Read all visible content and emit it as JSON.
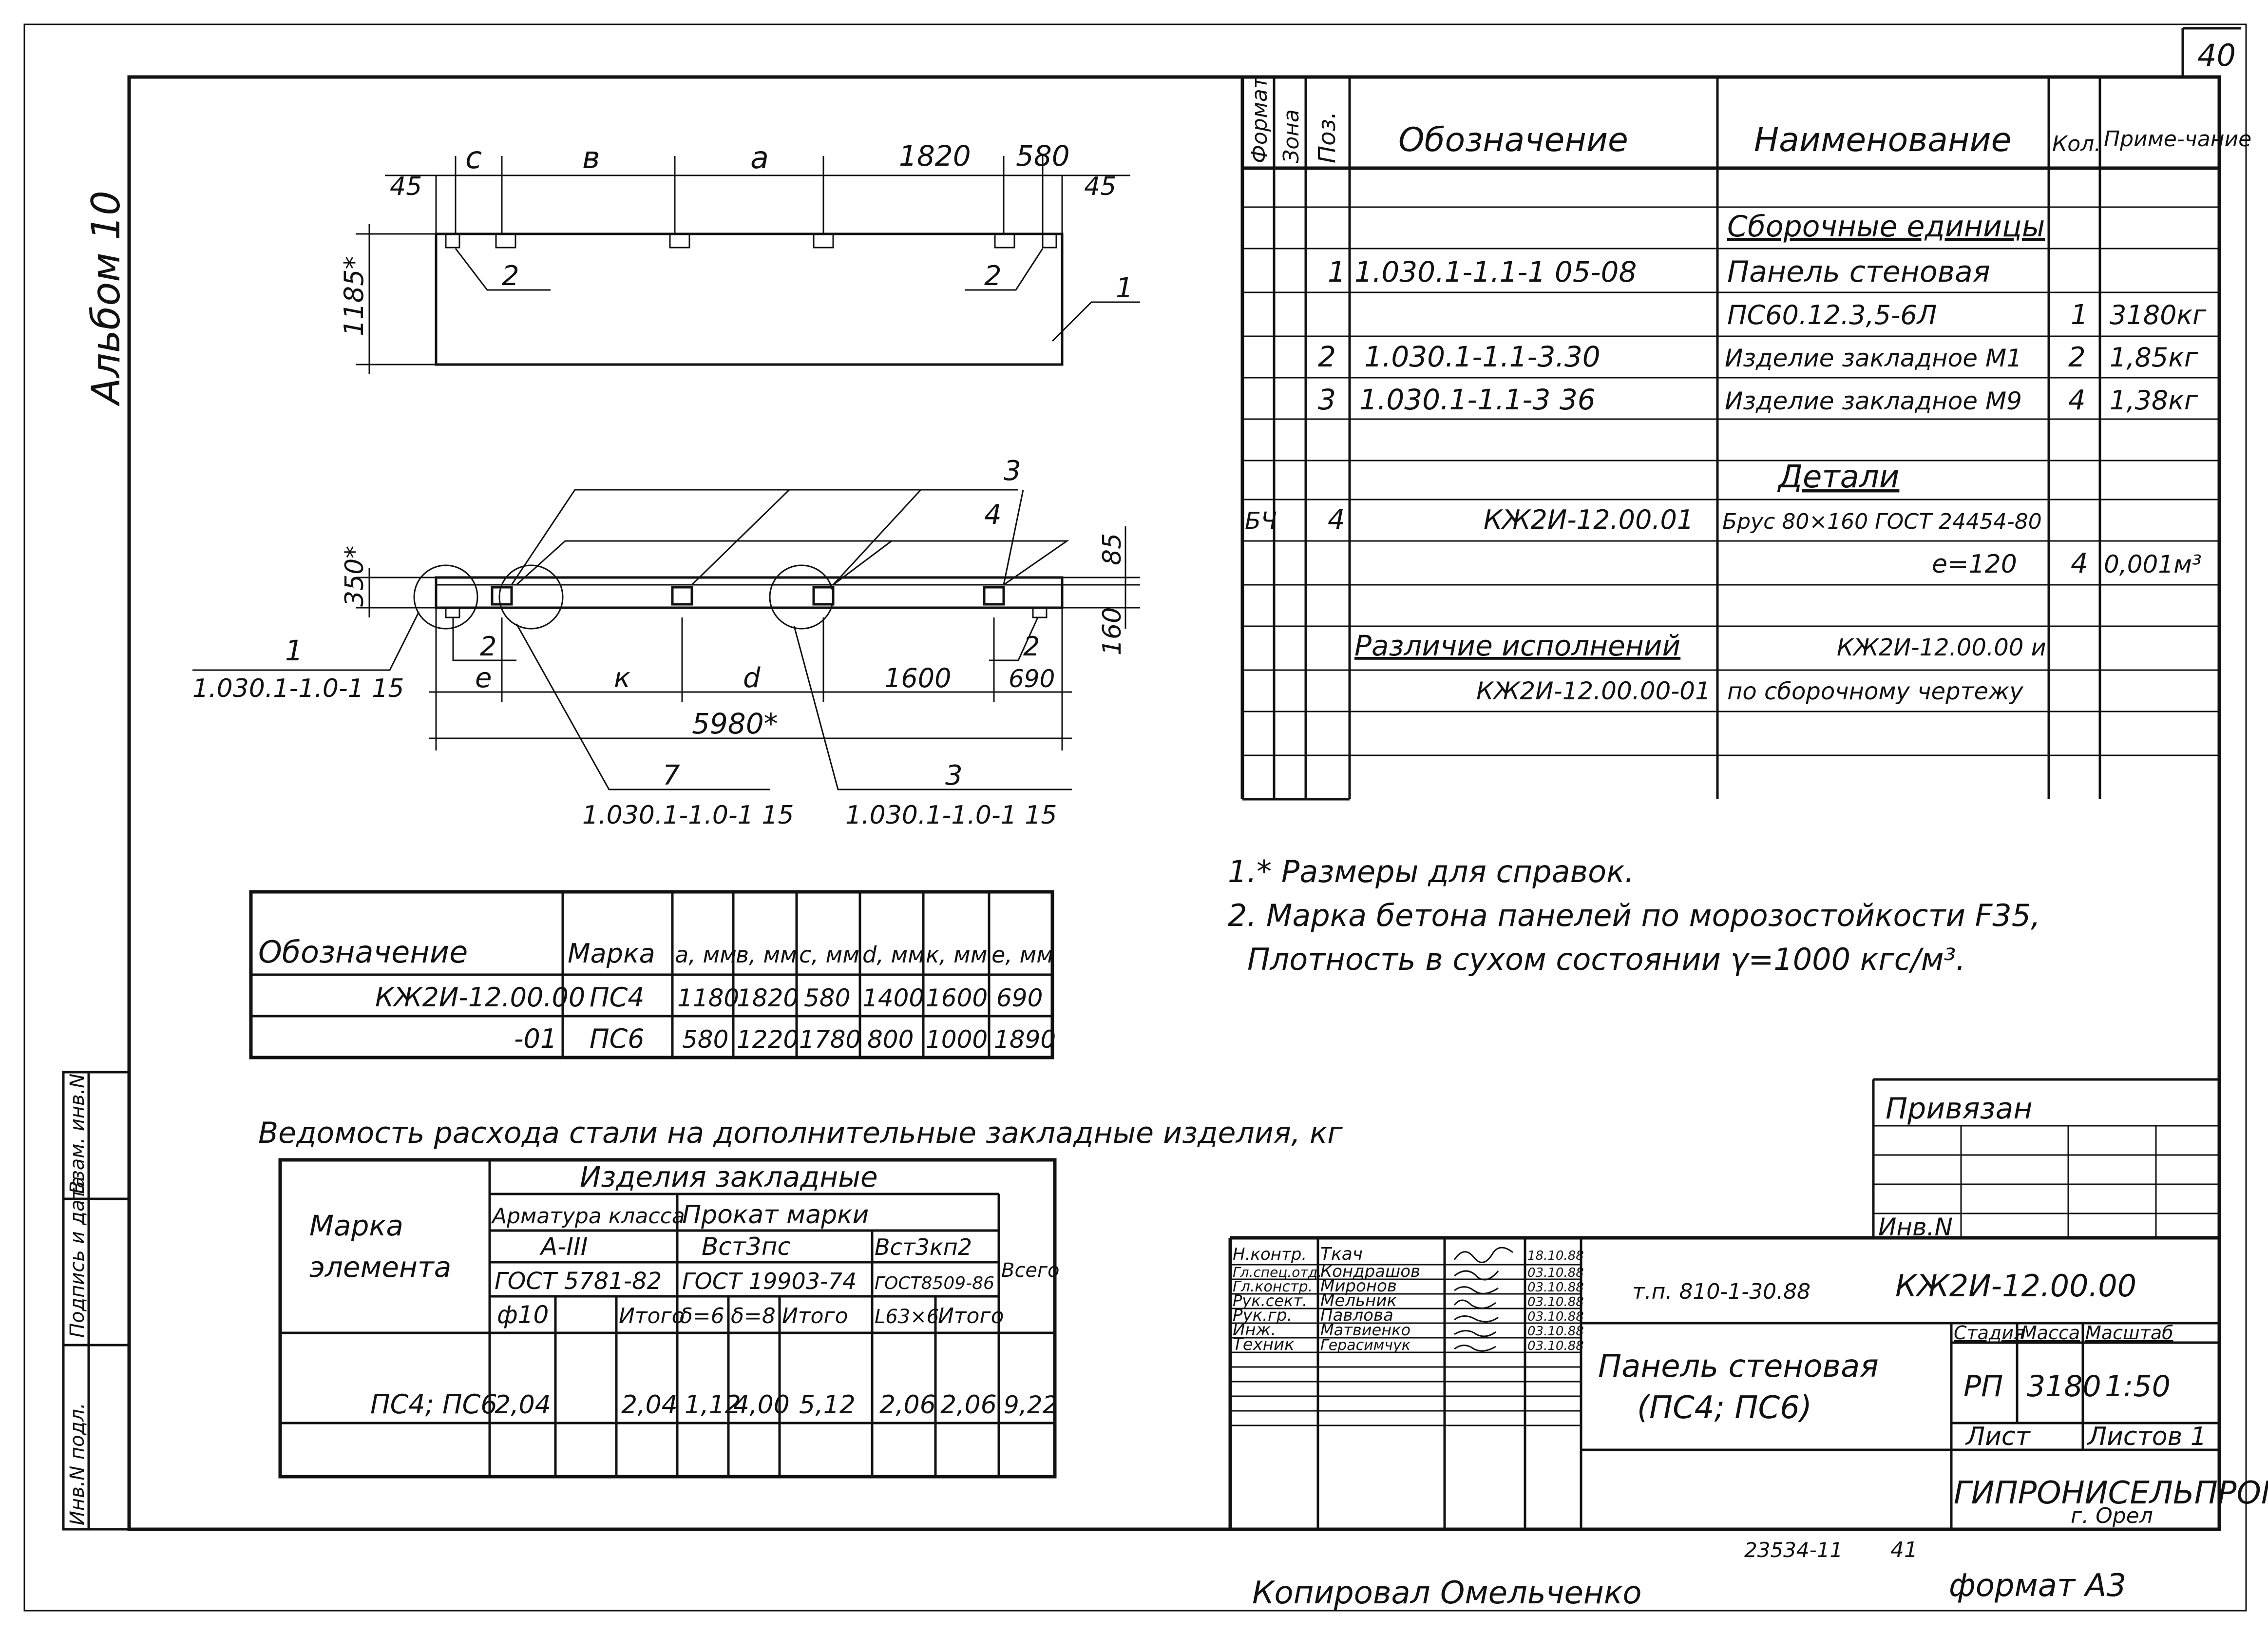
{
  "sheet": {
    "page_number": "40",
    "side_label": "Альбом 10",
    "bottom_stamp": "23534-11",
    "bottom_page": "41",
    "copied_by": "Копировал Омельченко",
    "format": "формат А3"
  },
  "left_strip": [
    "Инв.N подл.",
    "Подпись и дата",
    "Взам. инв.N"
  ],
  "drawing": {
    "top_dims": {
      "c": "с",
      "b": "в",
      "a": "а",
      "d1820": "1820",
      "d580": "580",
      "l45": "45",
      "r45": "45"
    },
    "top_height": "1185*",
    "top_callouts": {
      "left2": "2",
      "right2": "2",
      "one": "1"
    },
    "sec_callouts": {
      "c3": "3",
      "c4": "4",
      "c85": "85",
      "c350": "350*",
      "c160": "160"
    },
    "sec_left": {
      "num": "1",
      "code": "1.030.1-1.0-1 15"
    },
    "sec_small": {
      "left2": "2",
      "right2": "2"
    },
    "sec_bottom": {
      "e": "е",
      "k": "к",
      "d": "d",
      "d1600": "1600",
      "d690": "690"
    },
    "sec_total": "5980*",
    "detail7": {
      "num": "7",
      "code": "1.030.1-1.0-1 15"
    },
    "detail3": {
      "num": "3",
      "code": "1.030.1-1.0-1 15"
    }
  },
  "spec_table": {
    "headers": {
      "format": "Формат",
      "zone": "Зона",
      "pos": "Поз.",
      "designation": "Обозначение",
      "name": "Наименование",
      "qty": "Кол.",
      "note": "Приме-чание"
    },
    "section1": "Сборочные единицы",
    "rows": [
      {
        "pos": "1",
        "designation": "1.030.1-1.1-1 05-08",
        "name": "Панель стеновая",
        "qty": "",
        "note": ""
      },
      {
        "pos": "",
        "designation": "",
        "name": "ПС60.12.3,5-6Л",
        "qty": "1",
        "note": "3180кг"
      },
      {
        "pos": "2",
        "designation": "1.030.1-1.1-3.30",
        "name": "Изделие закладное М1",
        "qty": "2",
        "note": "1,85кг"
      },
      {
        "pos": "3",
        "designation": "1.030.1-1.1-3 36",
        "name": "Изделие закладное М9",
        "qty": "4",
        "note": "1,38кг"
      }
    ],
    "section2": "Детали",
    "detail_row": {
      "format": "БЧ",
      "pos": "4",
      "designation": "КЖ2И-12.00.01",
      "name": "Брус 80×160 ГОСТ 24454-80",
      "qty": "",
      "note": ""
    },
    "detail_row2": {
      "name": "е=120",
      "qty": "4",
      "note": "0,001м³"
    },
    "variants": {
      "title": "Различие исполнений",
      "code": "КЖ2И-12.00.00-01",
      "text1": "КЖ2И-12.00.00 и",
      "text2": "по сборочному чертежу"
    }
  },
  "notes": [
    "1.* Размеры для справок.",
    "2. Марка бетона панелей по морозостойкости F35,",
    "Плотность в сухом состоянии γ=1000 кгс/м³."
  ],
  "marks_table": {
    "headers": [
      "Обозначение",
      "Марка",
      "а, мм",
      "в, мм",
      "с, мм",
      "d, мм",
      "к, мм",
      "е, мм"
    ],
    "rows": [
      [
        "КЖ2И-12.00.00",
        "ПС4",
        "1180",
        "1820",
        "580",
        "1400",
        "1600",
        "690"
      ],
      [
        "-01",
        "ПС6",
        "580",
        "1220",
        "1780",
        "800",
        "1000",
        "1890"
      ]
    ]
  },
  "steel_table": {
    "title": "Ведомость расхода стали на дополнительные закладные изделия, кг",
    "h_element": "Марка элемента",
    "h_items": "Изделия закладные",
    "h_rebar": "Арматура класса",
    "h_rebar_cls": "А-III",
    "h_rebar_gost": "ГОСТ 5781-82",
    "h_rolled": "Прокат марки",
    "h_vst3ps": "Вст3пс",
    "h_vst3kp2": "Вст3кп2",
    "h_gost19903": "ГОСТ 19903-74",
    "h_gost8509": "ГОСТ8509-86",
    "h_total": "Всего",
    "sub": [
      "ф10",
      "",
      "Итого",
      "δ=6",
      "δ=8",
      "Итого",
      "L63×6",
      "Итого"
    ],
    "row": [
      "ПС4; ПС6",
      "2,04",
      "",
      "2,04",
      "1,12",
      "4,00",
      "5,12",
      "2,06",
      "2,06",
      "9,22"
    ]
  },
  "title_block": {
    "privyazan": "Привязан",
    "inv": "Инв.N",
    "roles": [
      {
        "role": "Н.контр.",
        "name": "Ткач",
        "date": "18.10.88"
      },
      {
        "role": "Гл.спец.отд.",
        "name": "Кондрашов",
        "date": "03.10.88"
      },
      {
        "role": "Гл.констр.",
        "name": "Миронов",
        "date": "03.10.88"
      },
      {
        "role": "Рук.сект.",
        "name": "Мельник",
        "date": "03.10.88"
      },
      {
        "role": "Рук.гр.",
        "name": "Павлова",
        "date": "03.10.88"
      },
      {
        "role": "Инж.",
        "name": "Матвиенко",
        "date": "03.10.88"
      },
      {
        "role": "Техник",
        "name": "Герасимчук",
        "date": "03.10.88"
      }
    ],
    "series": "т.п. 810-1-30.88",
    "code": "КЖ2И-12.00.00",
    "title1": "Панель стеновая",
    "title2": "(ПС4; ПС6)",
    "h_stage": "Стадия",
    "h_mass": "Масса",
    "h_scale": "Масштаб",
    "stage": "РП",
    "mass": "3180",
    "scale": "1:50",
    "sheet": "Лист",
    "sheets": "Листов 1",
    "org": "ГИПРОНИСЕЛЬПРОМ",
    "city": "г. Орел"
  }
}
